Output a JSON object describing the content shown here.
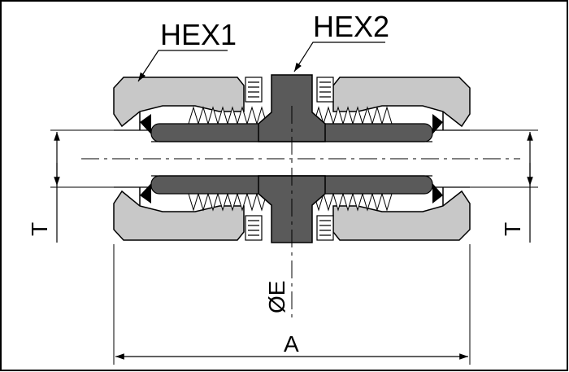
{
  "labels": {
    "hex1": "HEX1",
    "hex2": "HEX2",
    "length": "A",
    "diameter": "ØE",
    "thread_left": "T",
    "thread_right": "T"
  },
  "colors": {
    "body": "#c8c8c8",
    "tube": "#5a5a5a",
    "ferrule": "#000000",
    "line": "#000000",
    "background": "#ffffff"
  }
}
